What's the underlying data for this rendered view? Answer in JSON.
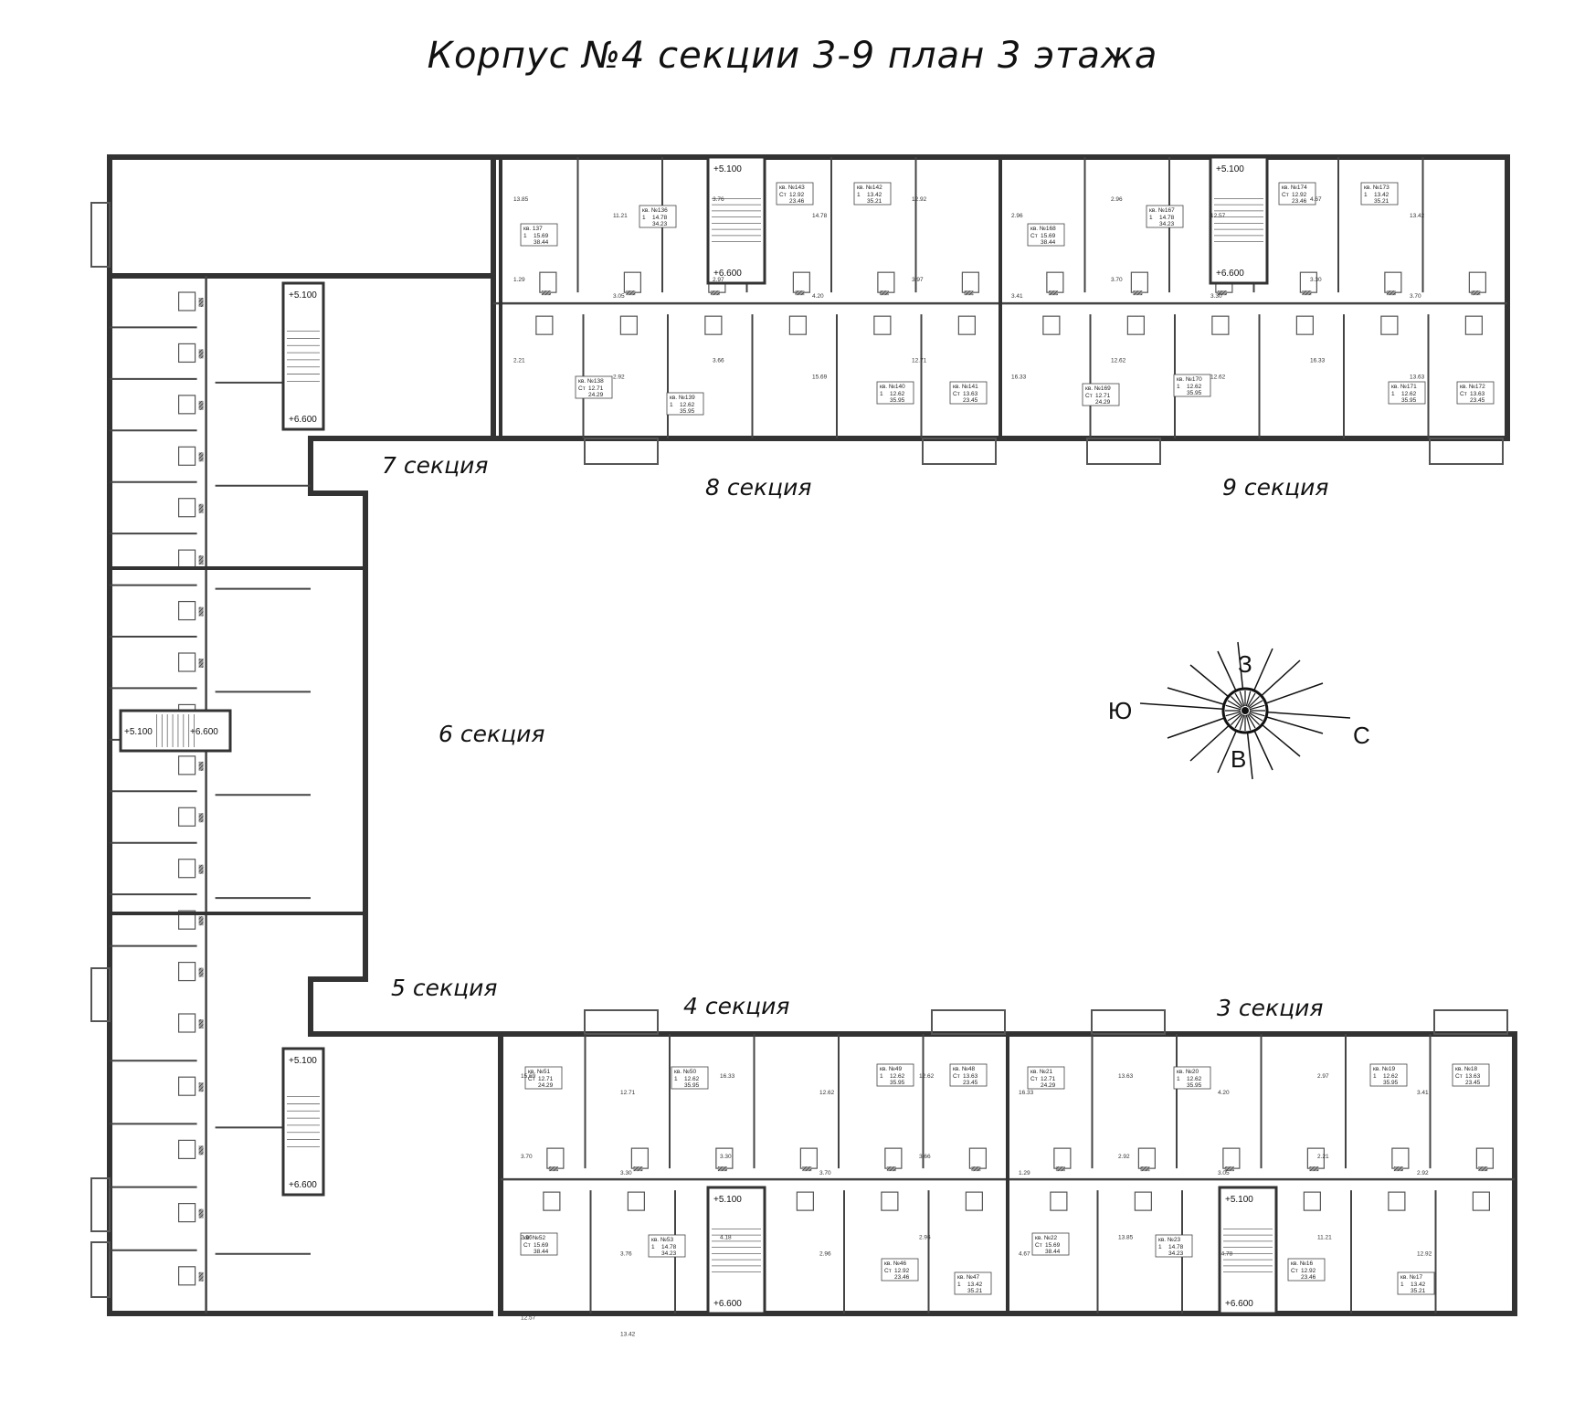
{
  "title": "Корпус №4 секции 3-9 план 3 этажа",
  "sections": [
    {
      "id": "7",
      "label": "7 секция"
    },
    {
      "id": "8",
      "label": "8 секция"
    },
    {
      "id": "9",
      "label": "9 секция"
    },
    {
      "id": "6",
      "label": "6 секция"
    },
    {
      "id": "5",
      "label": "5 секция"
    },
    {
      "id": "4",
      "label": "4 секция"
    },
    {
      "id": "3",
      "label": "3 секция"
    }
  ],
  "compass": {
    "north": "З",
    "south": "В",
    "west": "Ю",
    "east": "С"
  },
  "stair_levels": [
    "+5.100",
    "+6.600"
  ],
  "apartments_top": [
    {
      "no": "кв. 137",
      "rooms": "1",
      "living": "15.69",
      "total": "38.44"
    },
    {
      "no": "кв. №136",
      "rooms": "1",
      "living": "14.78",
      "total": "34.23"
    },
    {
      "no": "кв. №143",
      "rooms": "Ст",
      "living": "12.92",
      "total": "23.46"
    },
    {
      "no": "кв. №142",
      "rooms": "1",
      "living": "13.42",
      "total": "35.21"
    },
    {
      "no": "кв. №138",
      "rooms": "Ст",
      "living": "12.71",
      "total": "24.29"
    },
    {
      "no": "кв. №139",
      "rooms": "1",
      "living": "12.62",
      "total": "35.95"
    },
    {
      "no": "кв. №140",
      "rooms": "1",
      "living": "12.62",
      "total": "35.95"
    },
    {
      "no": "кв. №141",
      "rooms": "Ст",
      "living": "13.63",
      "total": "23.45"
    },
    {
      "no": "кв. №168",
      "rooms": "Ст",
      "living": "15.69",
      "total": "38.44"
    },
    {
      "no": "кв. №167",
      "rooms": "1",
      "living": "14.78",
      "total": "34.23"
    },
    {
      "no": "кв. №174",
      "rooms": "Ст",
      "living": "12.92",
      "total": "23.46"
    },
    {
      "no": "кв. №173",
      "rooms": "1",
      "living": "13.42",
      "total": "35.21"
    },
    {
      "no": "кв. №169",
      "rooms": "Ст",
      "living": "12.71",
      "total": "24.29"
    },
    {
      "no": "кв. №170",
      "rooms": "1",
      "living": "12.62",
      "total": "35.95"
    },
    {
      "no": "кв. №171",
      "rooms": "1",
      "living": "12.62",
      "total": "35.95"
    },
    {
      "no": "кв. №172",
      "rooms": "Ст",
      "living": "13.63",
      "total": "23.45"
    }
  ],
  "apartments_bottom": [
    {
      "no": "кв. №51",
      "rooms": "Ст",
      "living": "12.71",
      "total": "24.29"
    },
    {
      "no": "кв. №50",
      "rooms": "1",
      "living": "12.62",
      "total": "35.95"
    },
    {
      "no": "кв. №49",
      "rooms": "1",
      "living": "12.62",
      "total": "35.95"
    },
    {
      "no": "кв. №48",
      "rooms": "Ст",
      "living": "13.63",
      "total": "23.45"
    },
    {
      "no": "кв. №52",
      "rooms": "Ст",
      "living": "15.69",
      "total": "38.44"
    },
    {
      "no": "кв. №53",
      "rooms": "1",
      "living": "14.78",
      "total": "34.23"
    },
    {
      "no": "кв. №46",
      "rooms": "Ст",
      "living": "12.92",
      "total": "23.46"
    },
    {
      "no": "кв. №47",
      "rooms": "1",
      "living": "13.42",
      "total": "35.21"
    },
    {
      "no": "кв. №21",
      "rooms": "Ст",
      "living": "12.71",
      "total": "24.29"
    },
    {
      "no": "кв. №20",
      "rooms": "1",
      "living": "12.62",
      "total": "35.95"
    },
    {
      "no": "кв. №19",
      "rooms": "1",
      "living": "12.62",
      "total": "35.95"
    },
    {
      "no": "кв. №18",
      "rooms": "Ст",
      "living": "13.63",
      "total": "23.45"
    },
    {
      "no": "кв. №22",
      "rooms": "Ст",
      "living": "15.69",
      "total": "38.44"
    },
    {
      "no": "кв. №23",
      "rooms": "1",
      "living": "14.78",
      "total": "34.23"
    },
    {
      "no": "кв. №16",
      "rooms": "Ст",
      "living": "12.92",
      "total": "23.46"
    },
    {
      "no": "кв. №17",
      "rooms": "1",
      "living": "13.42",
      "total": "35.21"
    }
  ],
  "dims_top": [
    "13.85",
    "11.21",
    "3.76",
    "14.78",
    "12.92",
    "2.96",
    "2.96",
    "12.57",
    "4.67",
    "13.42",
    "1.29",
    "3.05",
    "2.97",
    "4.20",
    "3.97",
    "3.41",
    "3.70",
    "3.30",
    "3.30",
    "3.70",
    "2.21",
    "2.92",
    "3.66",
    "15.69",
    "12.71",
    "16.33",
    "12.62",
    "12.62",
    "16.33",
    "13.63"
  ],
  "dims_bottom": [
    "15.69",
    "12.71",
    "16.33",
    "12.62",
    "12.62",
    "16.33",
    "13.63",
    "4.20",
    "2.97",
    "3.41",
    "3.70",
    "3.30",
    "3.30",
    "3.70",
    "3.66",
    "1.29",
    "2.92",
    "3.05",
    "2.21",
    "2.92",
    "2.96",
    "3.76",
    "4.18",
    "2.96",
    "2.96",
    "4.67",
    "13.85",
    "14.78",
    "11.21",
    "12.92",
    "12.57",
    "13.42"
  ],
  "colors": {
    "wall": "#555555",
    "line": "#222222",
    "background": "#ffffff"
  }
}
